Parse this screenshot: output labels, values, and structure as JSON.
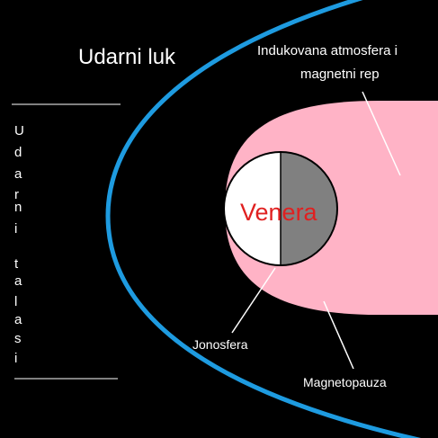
{
  "colors": {
    "background": "#000000",
    "bow_shock": "#1e9be0",
    "magnetotail": "#ffb3c6",
    "planet_day": "#ffffff",
    "planet_night": "#808080",
    "planet_outline": "#000000",
    "planet_label": "#e02020",
    "text": "#ffffff",
    "leader_lines": "#ffffff"
  },
  "labels": {
    "bow_shock": "Udarni luk",
    "induced_tail_line1": "Indukovana atmosfera i",
    "induced_tail_line2": "magnetni rep",
    "planet": "Venera",
    "ionosphere": "Jonosfera",
    "magnetopause": "Magnetopauza",
    "shock_waves_letters": [
      "U",
      "d",
      "a",
      "r",
      "n",
      "i",
      "",
      "t",
      "a",
      "l",
      "a",
      "s",
      "i"
    ]
  }
}
